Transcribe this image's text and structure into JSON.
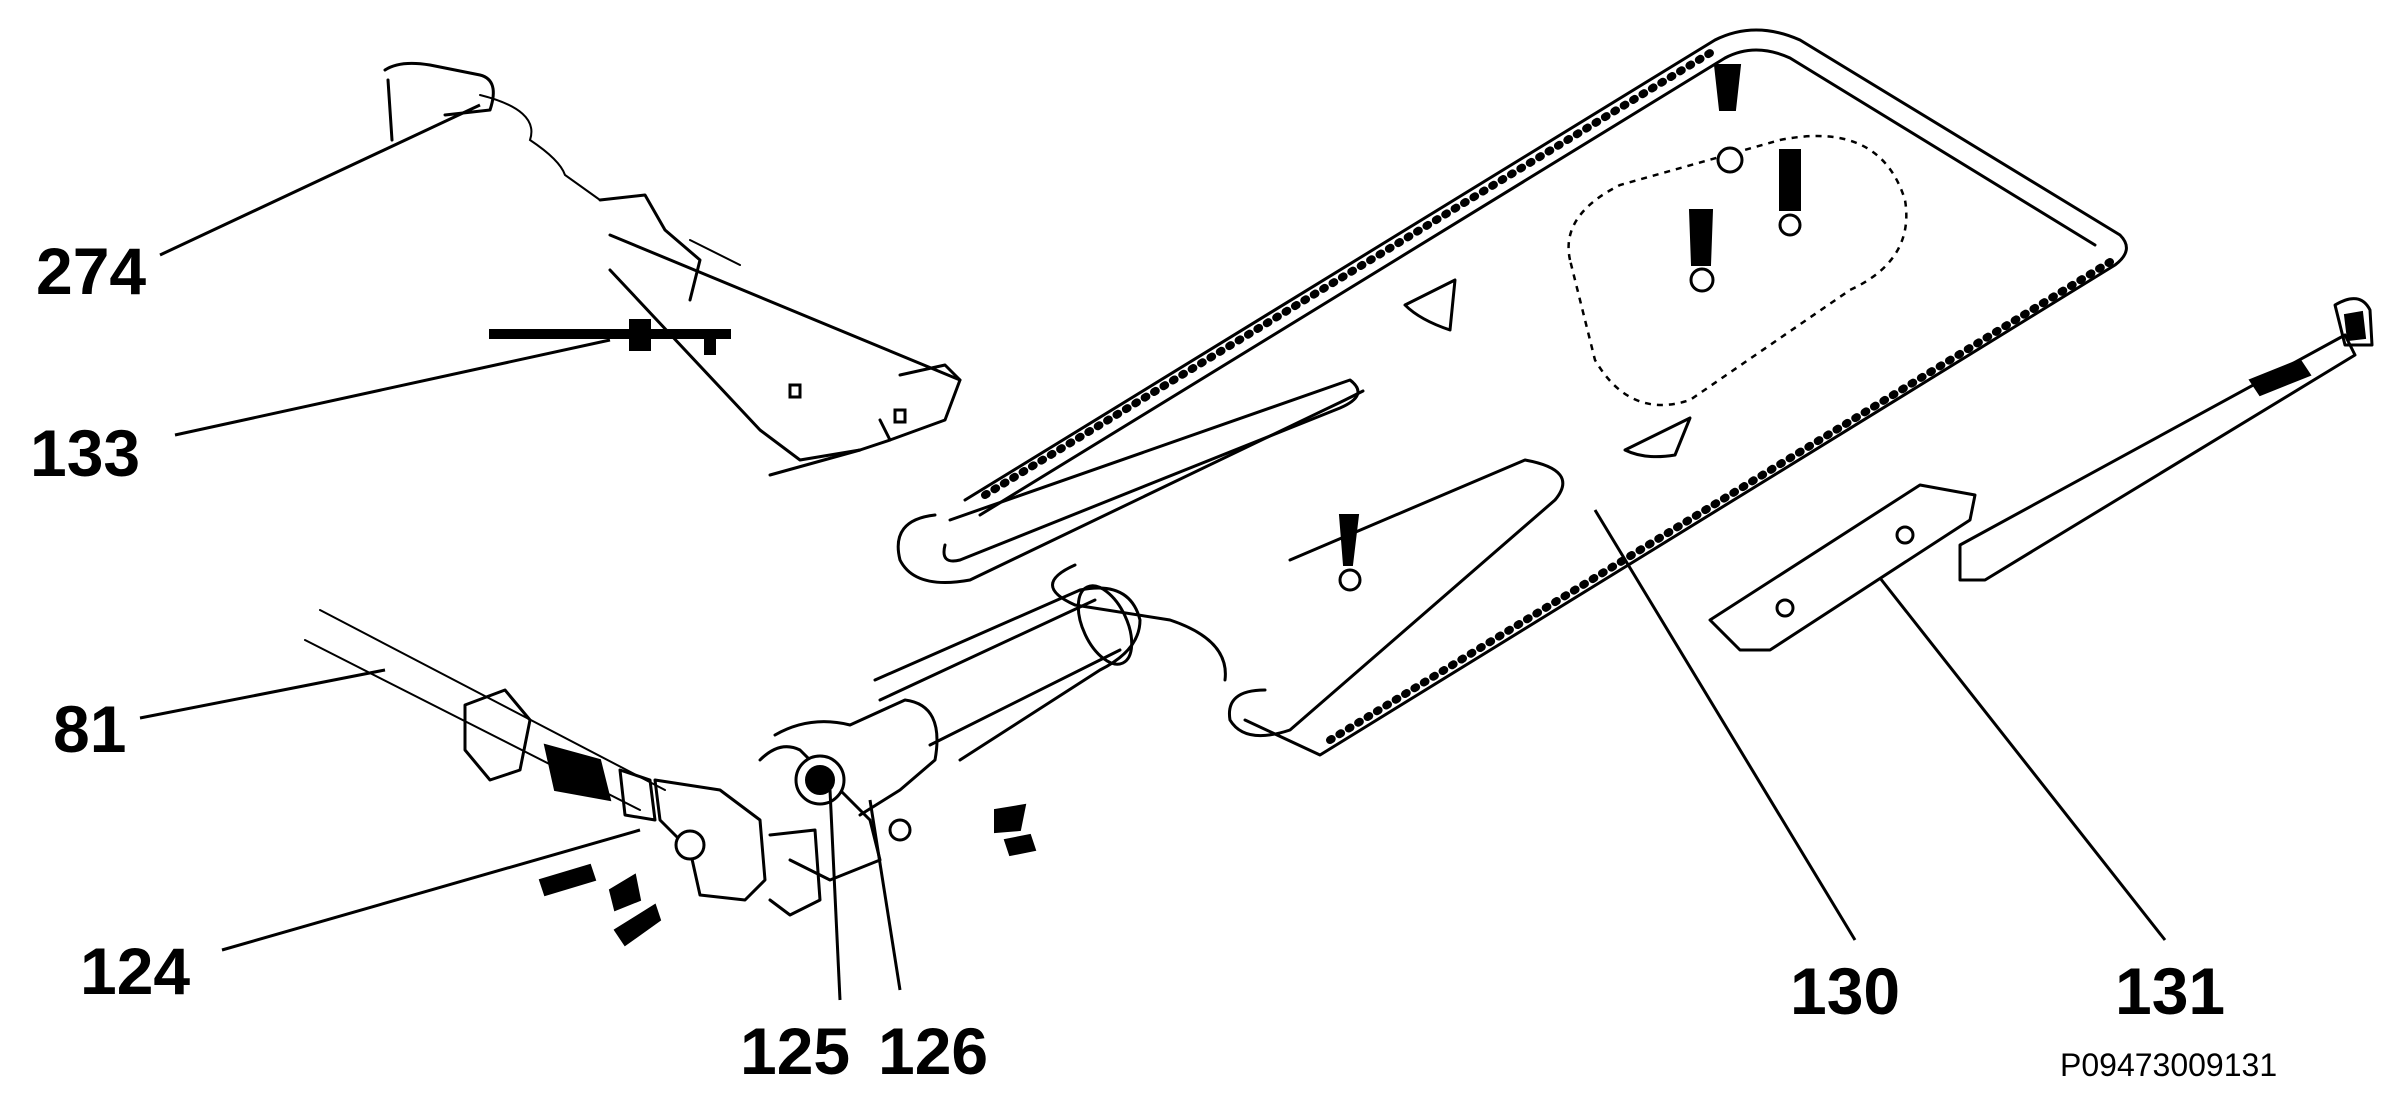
{
  "diagram": {
    "callouts": {
      "c274": "274",
      "c133": "133",
      "c81": "81",
      "c124": "124",
      "c125": "125",
      "c126": "126",
      "c130": "130",
      "c131": "131"
    },
    "drawing_code": "P09473009131"
  }
}
